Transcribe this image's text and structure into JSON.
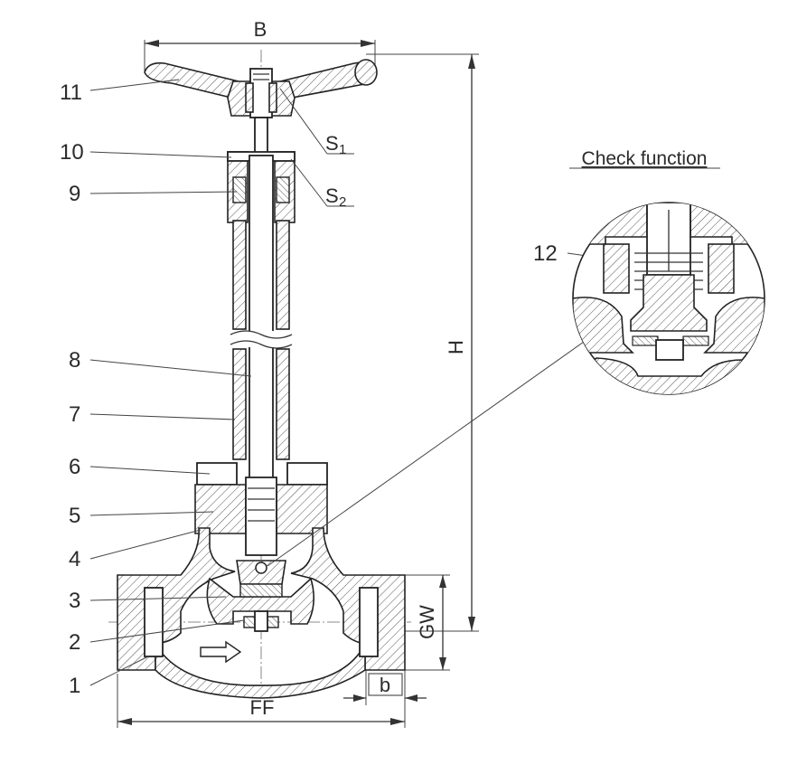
{
  "labels": {
    "dim_b_top": "B",
    "dim_h": "H",
    "dim_ff": "FF",
    "dim_gw": "GW",
    "dim_b_small": "b",
    "s1_main": "S",
    "s1_sub": "1",
    "s2_main": "S",
    "s2_sub": "2",
    "check_function": "Check function",
    "part_1": "1",
    "part_2": "2",
    "part_3": "3",
    "part_4": "4",
    "part_5": "5",
    "part_6": "6",
    "part_7": "7",
    "part_8": "8",
    "part_9": "9",
    "part_10": "10",
    "part_11": "11",
    "part_12": "12"
  }
}
